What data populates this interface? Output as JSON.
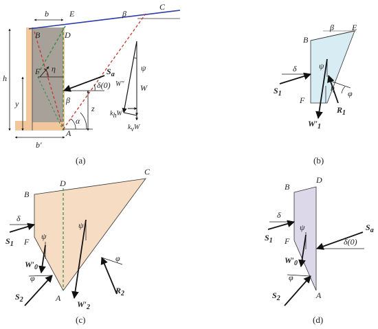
{
  "colors": {
    "wall_fill": "#9a9a9a",
    "footing_fill": "#f3c79c",
    "top_line": "#2b3aa6",
    "dashed_red": "#c0392b",
    "dashed_green": "#2e8b3e",
    "panel_b_fill": "#d8ecf4",
    "panel_c_fill": "#f7dcc4",
    "panel_d_fill": "#dcd8ea"
  },
  "panel_a": {
    "caption": "(a)",
    "labels": {
      "b": "b",
      "E": "E",
      "beta": "β",
      "C": "C",
      "B": "B",
      "D": "D",
      "h": "h",
      "F": "F",
      "eta": "η",
      "Sa": "S",
      "Sa_sub": "a",
      "delta0": "δ(0)",
      "psi": "ψ",
      "Wprime": "W″",
      "W": "W",
      "y": "y",
      "beta2": "β",
      "z": "z",
      "alpha": "α",
      "A": "A",
      "khW": "k",
      "khW_sub": "h",
      "khW_tail": "W",
      "kvW": "k",
      "kvW_sub": "v",
      "kvW_tail": "W",
      "bprime": "b′"
    }
  },
  "panel_b": {
    "caption": "(b)",
    "labels": {
      "B": "B",
      "beta": "β",
      "E": "E",
      "delta": "δ",
      "psi": "ψ",
      "S1": "S",
      "S1_sub": "1",
      "eta": "η",
      "phi": "φ",
      "F": "F",
      "R1": "R",
      "R1_sub": "1",
      "W1": "W′",
      "W1_sub": "1"
    }
  },
  "panel_c": {
    "caption": "(c)",
    "labels": {
      "C": "C",
      "D": "D",
      "B": "B",
      "delta": "δ",
      "psi1": "ψ",
      "psi2": "ψ",
      "S1": "S",
      "S1_sub": "1",
      "F": "F",
      "W0": "W′",
      "W0_sub": "0",
      "phi1": "φ",
      "phi2": "φ",
      "S2": "S",
      "S2_sub": "2",
      "A": "A",
      "W2": "W′",
      "W2_sub": "2",
      "R2": "R",
      "R2_sub": "2"
    }
  },
  "panel_d": {
    "caption": "(d)",
    "labels": {
      "B": "B",
      "D": "D",
      "delta": "δ",
      "psi": "ψ",
      "S1": "S",
      "S1_sub": "1",
      "F": "F",
      "Sa": "S",
      "Sa_sub": "a",
      "delta0": "δ(0)",
      "W0": "W′",
      "W0_sub": "0",
      "phi": "φ",
      "S2": "S",
      "S2_sub": "2",
      "A": "A"
    }
  }
}
